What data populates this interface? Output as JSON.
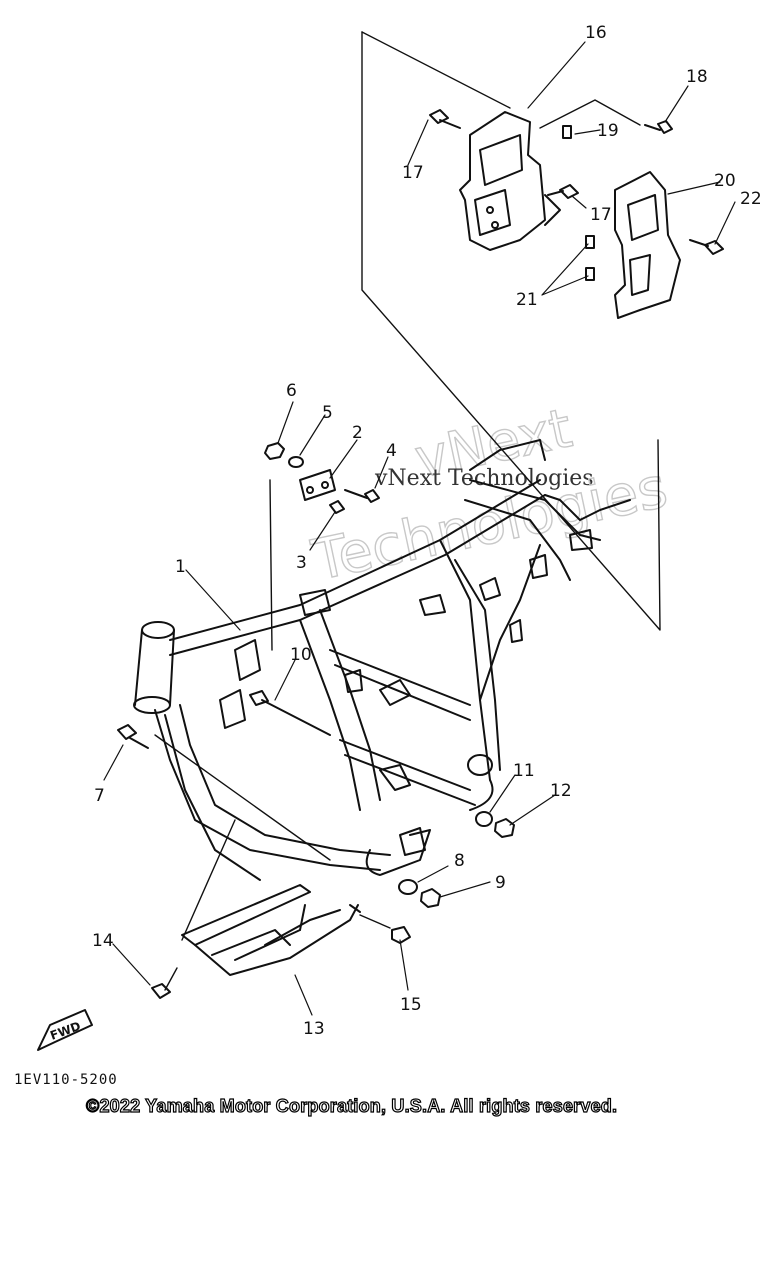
{
  "watermark": {
    "top": "vNext",
    "middle": "vNext Technologies",
    "bottom": "Technologies"
  },
  "fwd_label": "FWD",
  "diagram_code": "1EV110-5200",
  "copyright": "©2022 Yamaha Motor Corporation, U.S.A. All rights reserved.",
  "parts": [
    "1",
    "2",
    "3",
    "4",
    "5",
    "6",
    "7",
    "8",
    "9",
    "10",
    "11",
    "12",
    "13",
    "14",
    "15",
    "16",
    "17",
    "17",
    "18",
    "19",
    "20",
    "21",
    "22"
  ],
  "colors": {
    "line": "#111111",
    "watermark": "#c8c8c8"
  }
}
